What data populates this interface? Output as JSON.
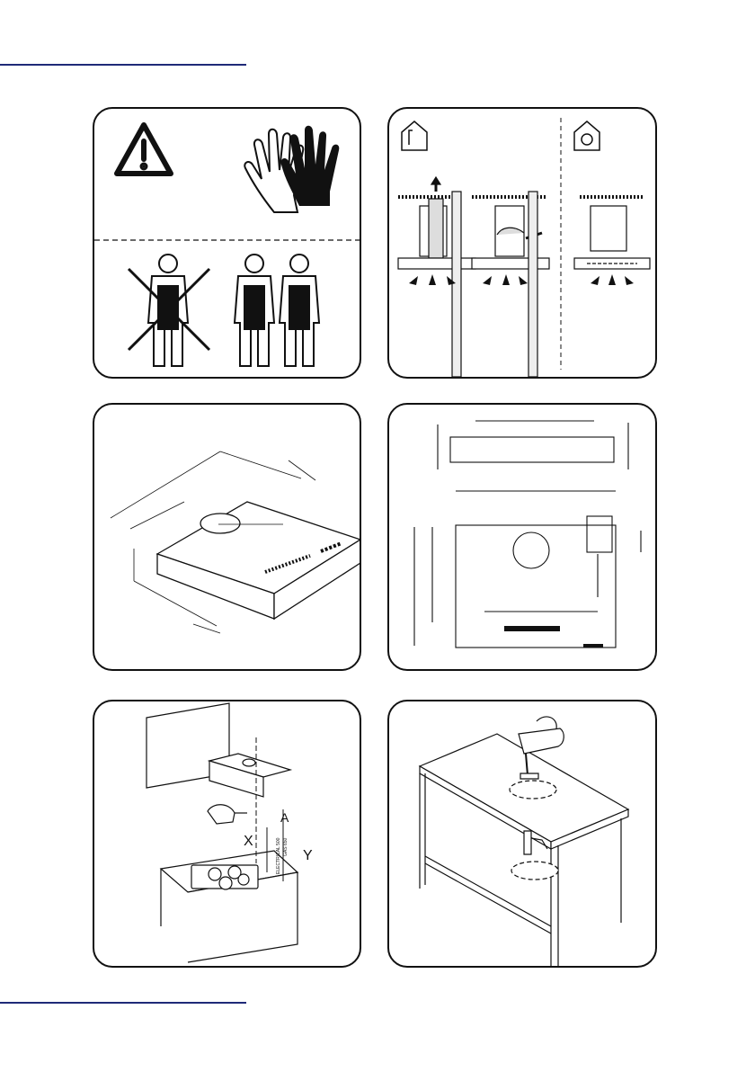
{
  "colors": {
    "rule": "#1f2a78",
    "ink": "#111111"
  },
  "icons": {
    "p1": [
      "warning-triangle-icon",
      "gloves-icon",
      "single-person-crossed-icon",
      "two-persons-icon"
    ],
    "p2": [
      "house-exhaust-icon",
      "house-recirculation-icon",
      "exhaust-arrow-icon"
    ],
    "p5": [
      "drill-icon"
    ],
    "p6": [
      "jigsaw-icon"
    ]
  },
  "panels": {
    "p5": {
      "label_x": "X",
      "label_y": "Y",
      "label_a": "A",
      "label_electrical": "ELECTRICAL 500",
      "label_gas": "GAS 650"
    }
  }
}
